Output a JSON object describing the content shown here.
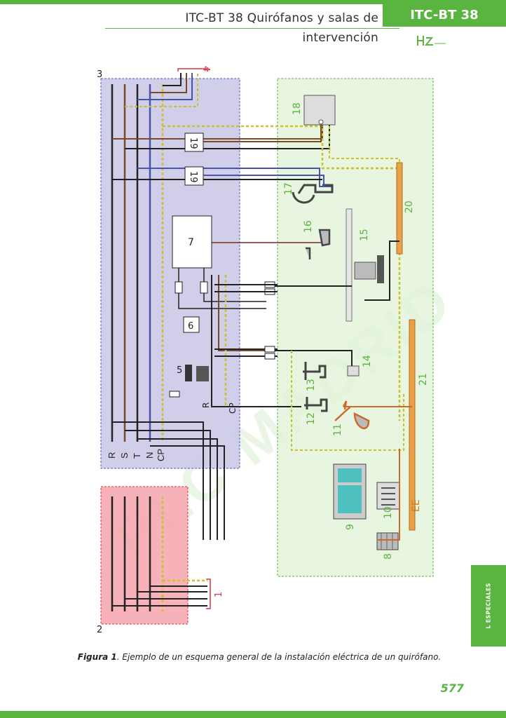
{
  "header": {
    "title": "ITC-BT 38 Quirófanos y salas de intervención",
    "tab": "ITC-BT 38"
  },
  "side_tab": {
    "text": "L ESPECIALES"
  },
  "diagram": {
    "zone_labels": {
      "left_zone": "3",
      "lower_zone": "2",
      "top_bus": "4",
      "bottom_bus": "1"
    },
    "bus_labels": [
      "R",
      "S",
      "T",
      "N",
      "CP"
    ],
    "device_labels": {
      "d5": "5",
      "d6": "6",
      "d7": "7",
      "d8": "8",
      "d9": "9",
      "d10": "10",
      "d11": "11",
      "d12": "12",
      "d13": "13",
      "d14": "14",
      "d15": "15",
      "d16": "16",
      "d17": "17",
      "d18": "18",
      "d19a": "19",
      "d19b": "19",
      "d20": "20",
      "d21": "21",
      "ee": "EE"
    },
    "small_labels": {
      "r": "R",
      "cp": "CP"
    },
    "watermark": "PLC MADRID"
  },
  "caption": {
    "label": "Figura 1",
    "text": ". Ejemplo de un esquema general de la instalación eléctrica de un quirófano."
  },
  "page_number": "577",
  "colors": {
    "brand_green": "#5ab540",
    "zone_blue": "#c9c6e6",
    "zone_red": "#f4a3ad",
    "zone_green": "#e2f2d8"
  }
}
